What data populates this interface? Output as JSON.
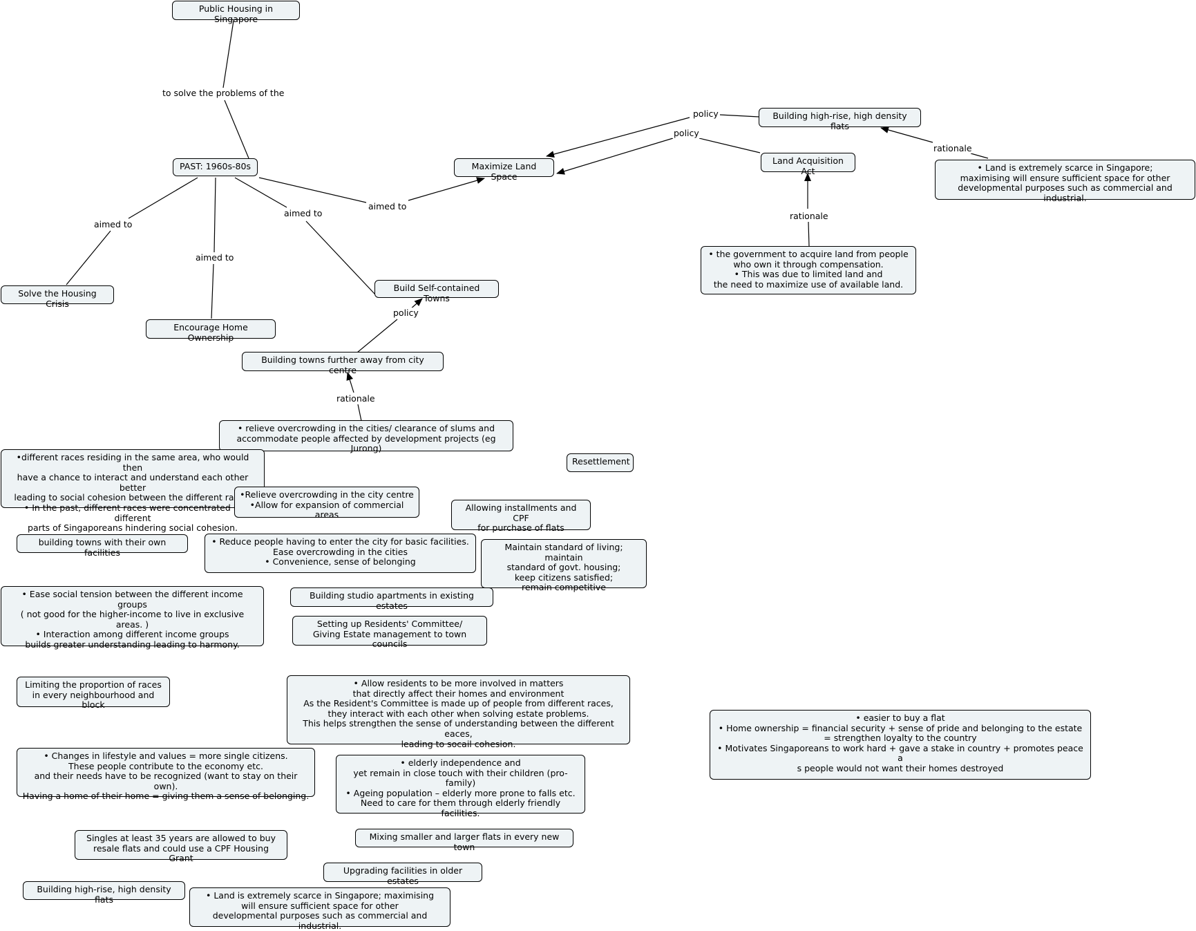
{
  "nodes": {
    "public_housing": "Public Housing in Singapore",
    "past": "PAST: 1960s-80s",
    "maximize": "Maximize Land Space",
    "bhr_top": "Building high-rise, high density flats",
    "laa": "Land Acquisition Act",
    "scarce_top": "•    Land is extremely scarce in Singapore;\nmaximising will ensure sufficient space  for other\ndevelopmental purposes such as commercial and industrial.",
    "gov_acquire": "•    the government to acquire land from people\nwho own it through compensation.\n•    This was due to limited land and\nthe need to maximize use of available land.",
    "solve_crisis": "Solve the Housing Crisis",
    "encourage": "Encourage Home Ownership",
    "self_towns": "Build Self-contained Towns",
    "towns_away": "Building towns further away from city centre",
    "relieve_slums": "• relieve overcrowding in the cities/ clearance of slums and\naccommodate people affected by development projects (eg Jurong)",
    "races": "•different races residing in the same area, who would then\nhave a chance to interact and understand each other better\nleading to social cohesion between the different races.\n• In the past, different races were concentrated in different\nparts of Singaporeans hindering social cohesion.",
    "resettlement": "Resettlement",
    "relieve_city": "•Relieve overcrowding in the city centre\n•Allow for expansion of commercial areas",
    "installments": "Allowing installments and CPF\nfor purchase of flats",
    "own_facilities": "building towns with their own facilities",
    "reduce_people": "•    Reduce people having to enter the city for basic facilities.\nEase overcrowding in the cities\n•    Convenience, sense of belonging",
    "maintain": "Maintain standard of living; maintain\nstandard of govt. housing;\nkeep citizens satisfied;\nremain competitive",
    "ease_tension": "•    Ease social tension between the different income groups\n( not good for the higher-income to live in exclusive areas. )\n•    Interaction among different income groups\nbuilds greater understanding leading to harmony.",
    "studio": "Building studio apartments in existing estates",
    "residents": "Setting up Residents' Committee/\nGiving Estate management to town councils",
    "limiting": "Limiting the proportion of races\nin every neighbourhood and block",
    "allow_residents": "•    Allow residents to be more involved in matters\nthat directly affect their homes and environment\nAs the Resident's Committee is made up of people from different races,\nthey interact with each other when solving estate problems.\nThis helps strengthen the sense of understanding between the different eaces,\nleading to socail cohesion.",
    "easier": "•    easier to buy a flat\n•    Home ownership = financial security + sense of pride and belonging to the estate\n= strengthen loyalty to the country\n•    Motivates Singaporeans to work hard + gave a stake in country + promotes peace a\ns people would not want their homes destroyed",
    "lifestyle": "•    Changes in lifestyle and values = more single citizens.\nThese people contribute to the economy etc.\nand their needs have to be recognized (want to stay on their own).\nHaving a home of their home = giving them a sense of belonging.",
    "elderly": "•    elderly independence and\nyet remain in close touch with their children (pro-family)\n•    Ageing population – elderly more prone to falls etc.\nNeed to care for them through elderly friendly facilities.",
    "singles": "Singles at least 35 years are allowed to buy\nresale flats and could use a CPF Housing Grant",
    "mixing": "Mixing smaller and larger flats in every new town",
    "upgrading": "Upgrading facilities in older estates",
    "bhr_bottom": "Building high-rise, high density flats",
    "scarce_bottom": "•    Land is extremely scarce in Singapore; maximising\nwill ensure sufficient space  for other\ndevelopmental purposes such as commercial and industrial."
  },
  "links": {
    "solve_problems": "to solve the problems of the",
    "aimed_to_1": "aimed to",
    "aimed_to_2": "aimed to",
    "aimed_to_3": "aimed to",
    "aimed_to_4": "aimed to",
    "policy_1": "policy",
    "policy_2": "policy",
    "policy_3": "policy",
    "rationale_1": "rationale",
    "rationale_2": "rationale",
    "rationale_3": "rationale"
  }
}
